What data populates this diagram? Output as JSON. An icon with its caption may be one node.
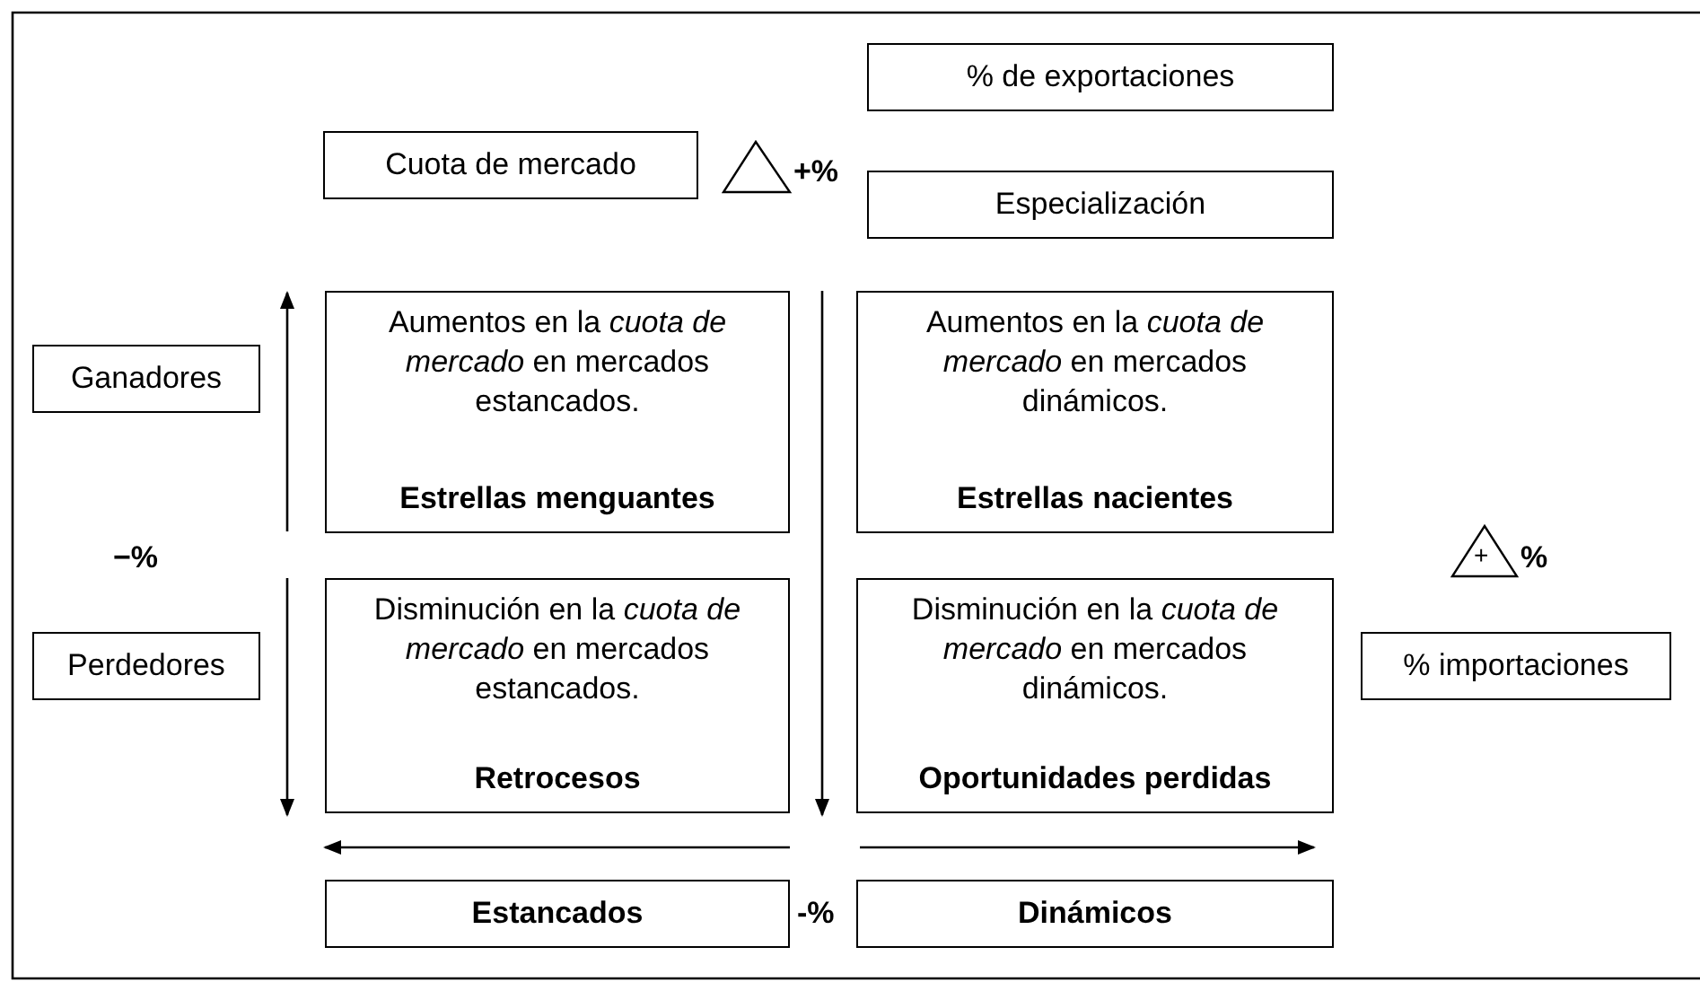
{
  "diagram": {
    "nodes": [
      {
        "text": [
          "% de exportaciones"
        ]
      },
      {
        "text": [
          "Cuota de mercado"
        ]
      },
      {
        "text": [
          "Especialización"
        ]
      },
      {
        "text": [
          "Ganadores"
        ]
      },
      {
        "text": [
          "Aumentos en la *cuota de mercado* en mercados estancados.",
          "Estrellas menguantes"
        ]
      },
      {
        "text": [
          "Aumentos en la *cuota de mercado* en mercados dinámicos.",
          "Estrellas nacientes"
        ]
      },
      {
        "text": [
          "Perdedores"
        ]
      },
      {
        "text": [
          "Disminución en la *cuota de mercado* en mercados estancados.",
          "Retrocesos"
        ]
      },
      {
        "text": [
          "Disminución en la *cuota de mercado* en mercados dinámicos.",
          "Oportunidades perdidas"
        ]
      },
      {
        "text": [
          "% importaciones"
        ]
      },
      {
        "text": [
          "Estancados"
        ]
      },
      {
        "text": [
          "Dinámicos"
        ]
      }
    ],
    "edges": [],
    "labels": [
      "+%",
      "−%",
      "+",
      "%",
      "-%"
    ]
  }
}
